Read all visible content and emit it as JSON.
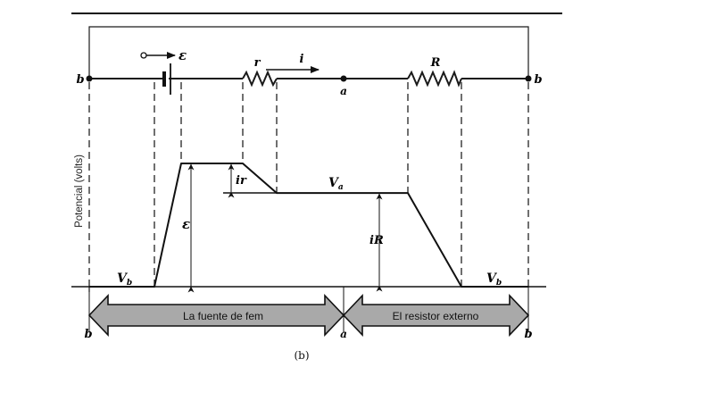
{
  "figure": {
    "caption": "(b)",
    "y_axis_label": "Potencial (volts)"
  },
  "circuit": {
    "nodes": {
      "left_b": "b",
      "a": "a",
      "right_b": "b"
    },
    "emf_label": "ε",
    "internal_resistor_label": "r",
    "current_label": "i",
    "external_resistor_label": "R"
  },
  "potential_graph": {
    "left_level_label": "Vb",
    "right_level_label": "Vb",
    "va_label": "Va",
    "emf_rise_label": "ε",
    "internal_drop_label": "ir",
    "external_drop_label": "iR",
    "levels": {
      "Vb": 0,
      "emf_top": 1.0,
      "Va": 0.76
    }
  },
  "regions": {
    "source": {
      "label": "La fuente de fem",
      "start_node": "b",
      "end_node": "a"
    },
    "external": {
      "label": "El resistor externo",
      "start_node": "a",
      "end_node": "b"
    }
  },
  "colors": {
    "ink": "#1a1a1a",
    "band_fill": "#a9a9a9",
    "background": "#ffffff"
  }
}
